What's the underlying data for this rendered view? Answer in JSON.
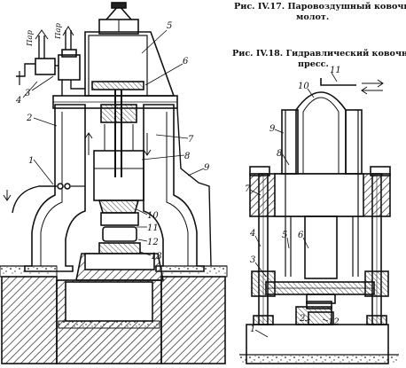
{
  "captions": {
    "fig17_line1": "Рис. IV.17. Паровоздушный ковочный",
    "fig17_line2": "молот.",
    "fig18_line1": "Рис. IV.18. Гидравлический ковочный",
    "fig18_line2": "пресс."
  },
  "flow_labels": {
    "hammer_inlet": "Пар",
    "hammer_outlet": "Пар"
  },
  "hammer_labels": [
    "1",
    "2",
    "3",
    "4",
    "5",
    "6",
    "7",
    "8",
    "9",
    "10",
    "11",
    "12",
    "13"
  ],
  "press_labels": [
    "1",
    "2",
    "3",
    "4",
    "5",
    "6",
    "7",
    "8",
    "9",
    "10",
    "11",
    "12"
  ]
}
